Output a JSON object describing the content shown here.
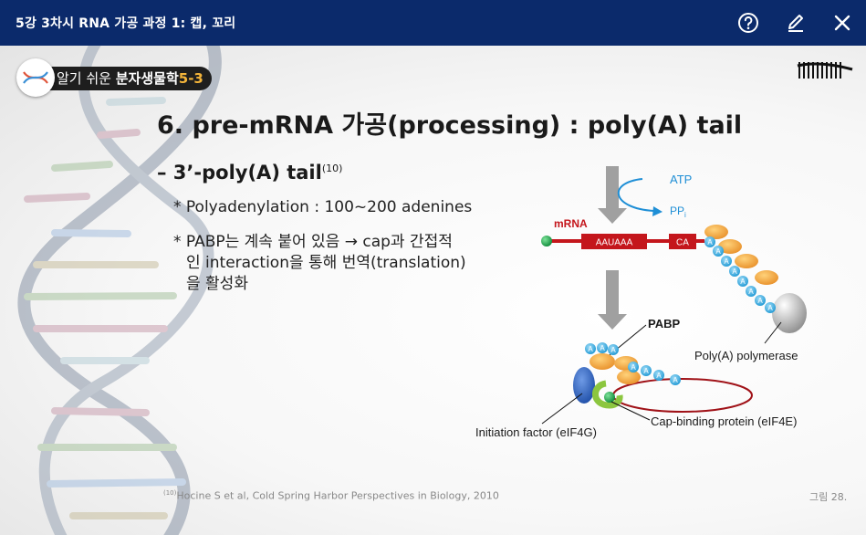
{
  "window": {
    "title": "5강 3차시 RNA 가공 과정 1: 캡, 꼬리",
    "icons": [
      "help-icon",
      "edit-pencil-icon",
      "close-icon"
    ]
  },
  "badge": {
    "prefix": "알기 쉬운 ",
    "bold": "분자생물학",
    "number": "5-3"
  },
  "slide": {
    "heading": "6. pre-mRNA 가공(processing) : poly(A) tail",
    "bullet_main": "– 3’-poly(A) tail",
    "bullet_main_ref": "(10)",
    "sub1": "* Polyadenylation : 100~200 adenines",
    "sub2_line1": "* PABP는 계속 붙어 있음 → cap과 간접적",
    "sub2_line2": "인 interaction을 통해 번역(translation)",
    "sub2_line3": "을 활성화",
    "citation_ref": "(10)",
    "citation_text": "Hocine S et al, Cold Spring Harbor Perspectives in Biology, 2010",
    "figure_number": "그림 28."
  },
  "diagram": {
    "atp": "ATP",
    "ppi": "PP",
    "ppi_sub": "i",
    "mrna": "mRNA",
    "aauaaa": "AAUAAA",
    "ca": "CA",
    "a": "A",
    "pabp": "PABP",
    "polya_polymerase": "Poly(A) polymerase",
    "initiation_factor": "Initiation factor (eIF4G)",
    "cap_binding": "Cap-binding protein (eIF4E)",
    "colors": {
      "mrna_red": "#c4161c",
      "atp_blue": "#1f8fd6",
      "a_bead": "#2aa7e0",
      "pabp_orange": "#f0a035",
      "eif4g_blue": "#2b63b8",
      "eif4e_green": "#8cc63f",
      "cap_green": "#1aa84a",
      "arrow_gray": "#9a9a9a"
    }
  }
}
